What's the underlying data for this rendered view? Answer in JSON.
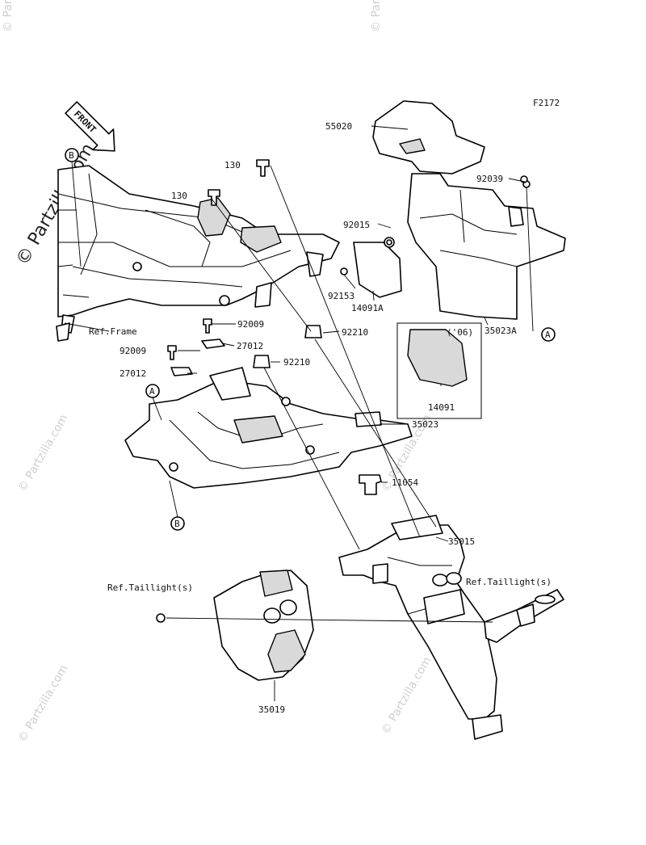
{
  "figure_code": "F2172",
  "front_label": "FRONT",
  "watermark_main": "© Partzilla.com",
  "watermark_repeat": "© Partzilla.com",
  "year_note": "('06)",
  "refs": {
    "frame": "Ref.Frame",
    "taillight_left": "Ref.Taillight(s)",
    "taillight_right": "Ref.Taillight(s)"
  },
  "markers": {
    "a": "A",
    "b": "B"
  },
  "parts": {
    "p55020": "55020",
    "p92039": "92039",
    "p130_a": "130",
    "p130_b": "130",
    "p92015": "92015",
    "p92153": "92153",
    "p14091A": "14091A",
    "p35023A": "35023A",
    "p92009_a": "92009",
    "p92009_b": "92009",
    "p27012_a": "27012",
    "p27012_b": "27012",
    "p92210_a": "92210",
    "p92210_b": "92210",
    "p14091": "14091",
    "p35023": "35023",
    "p11054": "11054",
    "p35015": "35015",
    "p35019": "35019"
  }
}
